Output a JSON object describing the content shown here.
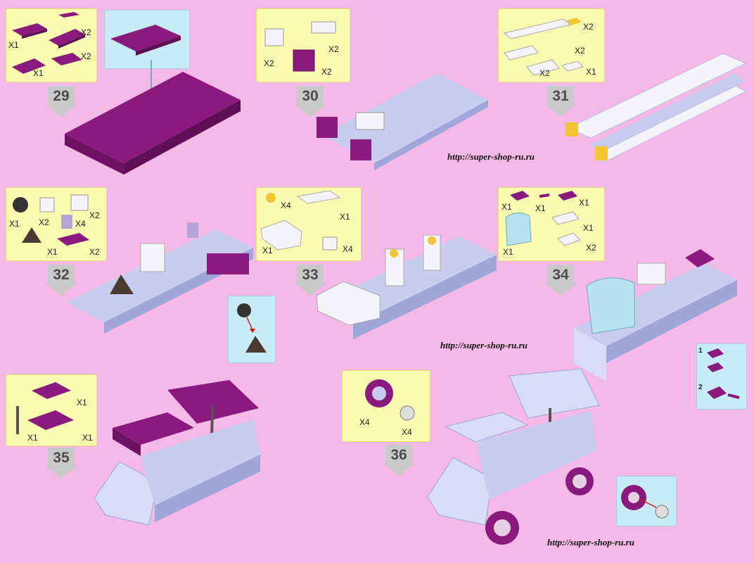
{
  "steps": [
    "29",
    "30",
    "31",
    "32",
    "33",
    "34",
    "35",
    "36"
  ],
  "quantities": {
    "s29": [
      "X1",
      "X2",
      "X2",
      "X1"
    ],
    "s30": [
      "X2",
      "X2",
      "X2"
    ],
    "s31": [
      "X2",
      "X2",
      "X2",
      "X1"
    ],
    "s32": [
      "X1",
      "X2",
      "X4",
      "X2",
      "X1",
      "X2"
    ],
    "s33": [
      "X4",
      "X1",
      "X1",
      "X4"
    ],
    "s34": [
      "X1",
      "X1",
      "X1",
      "X1",
      "X1",
      "X2"
    ],
    "s35": [
      "X1",
      "X1",
      "X1"
    ],
    "s36": [
      "X4",
      "X4"
    ]
  },
  "substeps": [
    "1",
    "2"
  ],
  "watermark": "http://super-shop-ru.ru",
  "colors": {
    "background": "#f4b9e7",
    "parts_panel": "#fafab0",
    "callout": "#c8ecf5",
    "purple_brick": "#8b1a7e",
    "lavender_brick": "#c8cdf0",
    "white_brick": "#f4f4fa"
  }
}
